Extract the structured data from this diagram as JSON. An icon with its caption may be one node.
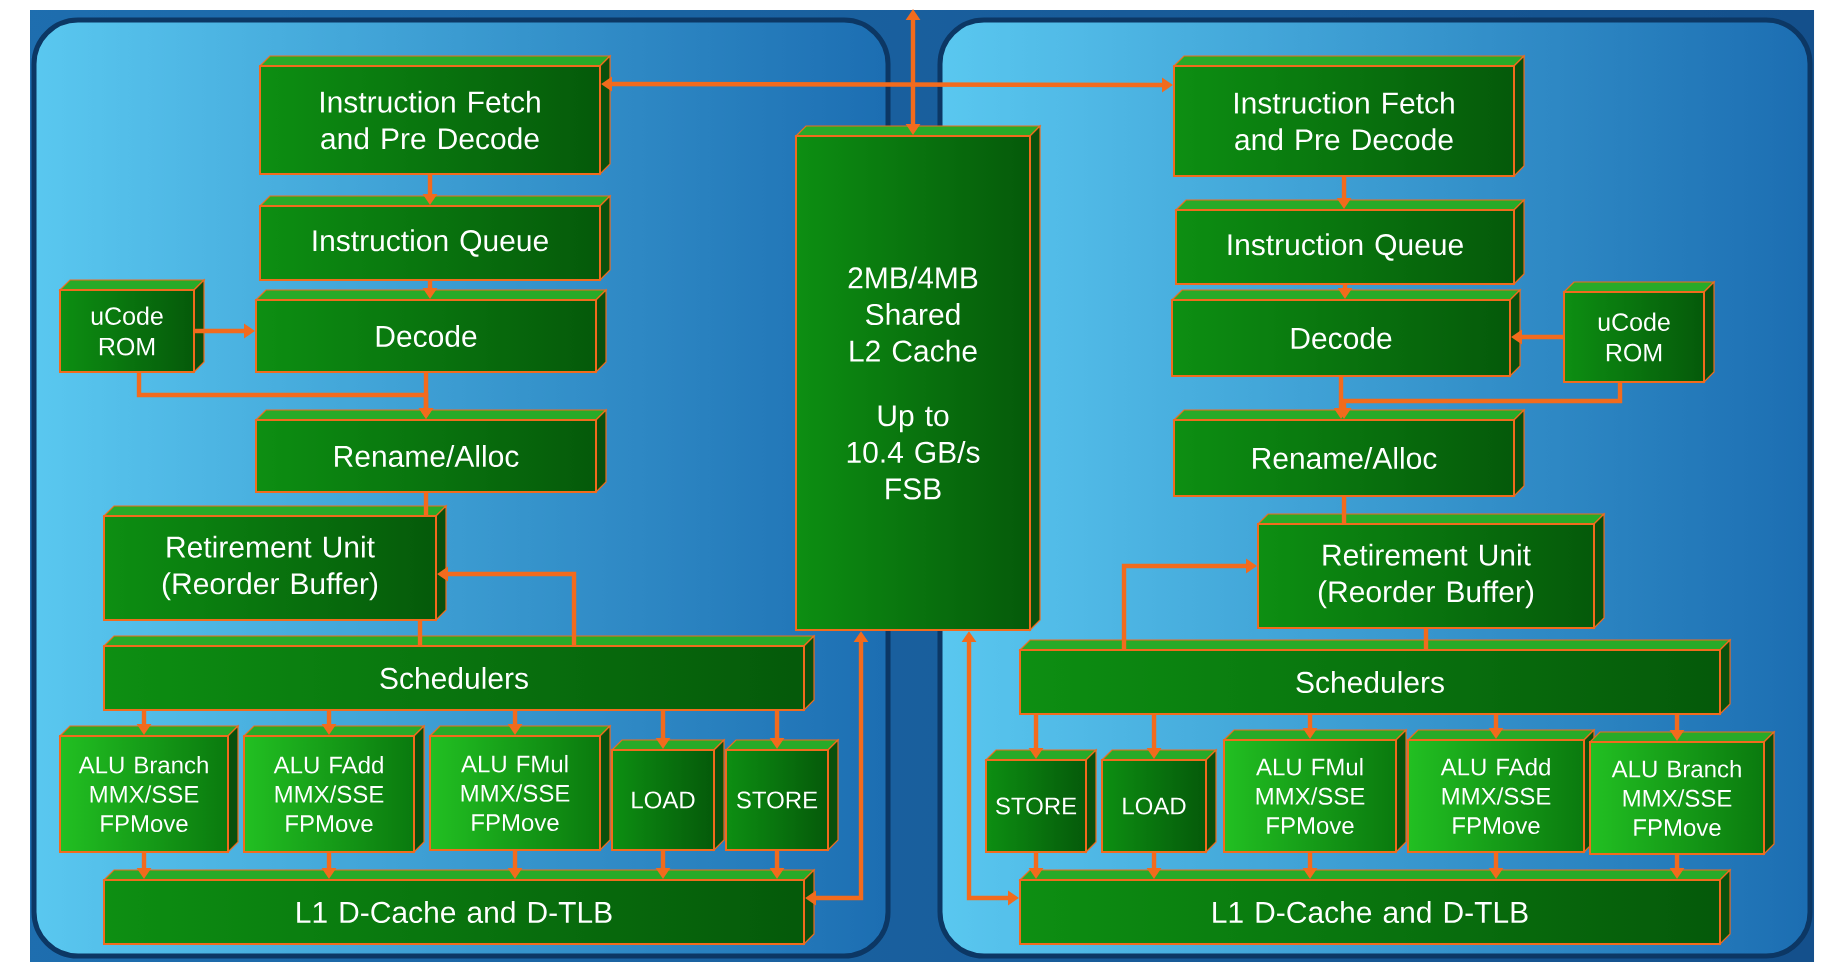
{
  "diagram": {
    "nodes": [
      {
        "text": [],
        "shape": "box"
      },
      {
        "text": [
          "Instruction Fetch and Pre Decode"
        ],
        "in": 0
      },
      {
        "text": [
          "Instruction Queue"
        ],
        "in": 0
      },
      {
        "text": [
          "uCode ROM"
        ],
        "in": 0
      },
      {
        "text": [
          "Decode"
        ],
        "in": 0
      },
      {
        "text": [
          "Rename/Alloc"
        ],
        "in": 0
      },
      {
        "text": [
          "Retirement Unit (Reorder Buffer)"
        ],
        "in": 0
      },
      {
        "text": [
          "Schedulers"
        ],
        "in": 0
      },
      {
        "text": [
          "ALU Branch MMX/SSE FPMove"
        ],
        "in": 0
      },
      {
        "text": [
          "ALU FAdd MMX/SSE FPMove"
        ],
        "in": 0
      },
      {
        "text": [
          "ALU FMul MMX/SSE FPMove"
        ],
        "in": 0
      },
      {
        "text": [
          "LOAD"
        ],
        "in": 0
      },
      {
        "text": [
          "STORE"
        ],
        "in": 0
      },
      {
        "text": [
          "L1 D-Cache and D-TLB"
        ],
        "in": 0
      },
      {
        "text": [
          "2MB/4MB Shared L2 Cache",
          "Up to 10.4 GB/s FSB"
        ]
      },
      {
        "text": [],
        "shape": "box"
      },
      {
        "text": [
          "Instruction Fetch and Pre Decode"
        ],
        "in": 15
      },
      {
        "text": [
          "Instruction Queue"
        ],
        "in": 15
      },
      {
        "text": [
          "Decode"
        ],
        "in": 15
      },
      {
        "text": [
          "uCode ROM"
        ],
        "in": 15
      },
      {
        "text": [
          "Rename/Alloc"
        ],
        "in": 15
      },
      {
        "text": [
          "Retirement Unit (Reorder Buffer)"
        ],
        "in": 15
      },
      {
        "text": [
          "Schedulers"
        ],
        "in": 15
      },
      {
        "text": [
          "STORE"
        ],
        "in": 15
      },
      {
        "text": [
          "LOAD"
        ],
        "in": 15
      },
      {
        "text": [
          "ALU FMul MMX/SSE FPMove"
        ],
        "in": 15
      },
      {
        "text": [
          "ALU FAdd MMX/SSE FPMove"
        ],
        "in": 15
      },
      {
        "text": [
          "ALU Branch MMX/SSE FPMove"
        ],
        "in": 15
      },
      {
        "text": [
          "L1 D-Cache and D-TLB"
        ],
        "in": 15
      }
    ],
    "edges": [
      {
        "from": null,
        "to": 14,
        "arrow": "both"
      },
      {
        "from": 1,
        "to": 16,
        "arrow": "both"
      },
      {
        "from": 1,
        "to": 2,
        "arrow": "to"
      },
      {
        "from": 2,
        "to": 4,
        "arrow": "to"
      },
      {
        "from": 3,
        "to": 4,
        "arrow": "to"
      },
      {
        "from": 4,
        "to": 5,
        "arrow": "to"
      },
      {
        "from": 3,
        "to": 5,
        "arrow": "to"
      },
      {
        "from": 5,
        "to": 6,
        "arrow": "none"
      },
      {
        "from": 6,
        "to": 7,
        "arrow": "none"
      },
      {
        "from": 7,
        "to": 6,
        "arrow": "to"
      },
      {
        "from": 7,
        "to": 8,
        "arrow": "to"
      },
      {
        "from": 7,
        "to": 9,
        "arrow": "to"
      },
      {
        "from": 7,
        "to": 10,
        "arrow": "to"
      },
      {
        "from": 7,
        "to": 11,
        "arrow": "to"
      },
      {
        "from": 7,
        "to": 12,
        "arrow": "to"
      },
      {
        "from": 8,
        "to": 13,
        "arrow": "to"
      },
      {
        "from": 9,
        "to": 13,
        "arrow": "to"
      },
      {
        "from": 10,
        "to": 13,
        "arrow": "to"
      },
      {
        "from": 11,
        "to": 13,
        "arrow": "to"
      },
      {
        "from": 12,
        "to": 13,
        "arrow": "to"
      },
      {
        "from": 14,
        "to": 13,
        "arrow": "both"
      },
      {
        "from": 16,
        "to": 17,
        "arrow": "to"
      },
      {
        "from": 17,
        "to": 18,
        "arrow": "to"
      },
      {
        "from": 19,
        "to": 18,
        "arrow": "to"
      },
      {
        "from": 18,
        "to": 20,
        "arrow": "to"
      },
      {
        "from": 19,
        "to": 20,
        "arrow": "to"
      },
      {
        "from": 20,
        "to": 21,
        "arrow": "none"
      },
      {
        "from": 21,
        "to": 22,
        "arrow": "none"
      },
      {
        "from": 22,
        "to": 21,
        "arrow": "to"
      },
      {
        "from": 22,
        "to": 23,
        "arrow": "to"
      },
      {
        "from": 22,
        "to": 24,
        "arrow": "to"
      },
      {
        "from": 22,
        "to": 25,
        "arrow": "to"
      },
      {
        "from": 22,
        "to": 26,
        "arrow": "to"
      },
      {
        "from": 22,
        "to": 27,
        "arrow": "to"
      },
      {
        "from": 23,
        "to": 28,
        "arrow": "to"
      },
      {
        "from": 24,
        "to": 28,
        "arrow": "to"
      },
      {
        "from": 25,
        "to": 28,
        "arrow": "to"
      },
      {
        "from": 26,
        "to": 28,
        "arrow": "to"
      },
      {
        "from": 27,
        "to": 28,
        "arrow": "to"
      },
      {
        "from": 14,
        "to": 28,
        "arrow": "both"
      }
    ]
  }
}
